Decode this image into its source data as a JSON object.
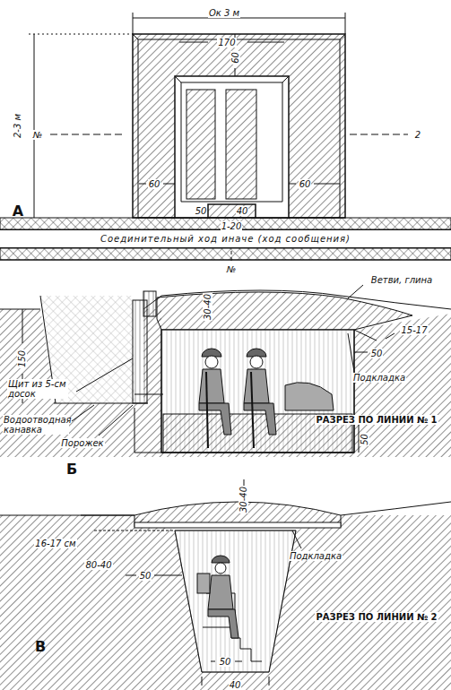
{
  "diagram": {
    "nodes": [
      {
        "text": [
          "Соединительный ход иначе (ход сообщения)"
        ]
      }
    ],
    "labels": [
      "Ок 3 м",
      "170",
      "60",
      "2-3 м",
      "№",
      "2",
      "60",
      "50",
      "40",
      "60",
      "1-20",
      "№",
      "А",
      "30-40",
      "Ветви, глина",
      "150",
      "Щит из 5-см досок",
      "Водоотводная канавка",
      "Порожек",
      "15-17",
      "50",
      "Подкладка",
      "РАЗРЕЗ ПО ЛИНИИ № 1",
      "50",
      "Б",
      "30-40",
      "16-17 см",
      "80-40",
      "50",
      "Подкладка",
      "РАЗРЕЗ ПО ЛИНИИ № 2",
      "50",
      "40",
      "В"
    ]
  }
}
